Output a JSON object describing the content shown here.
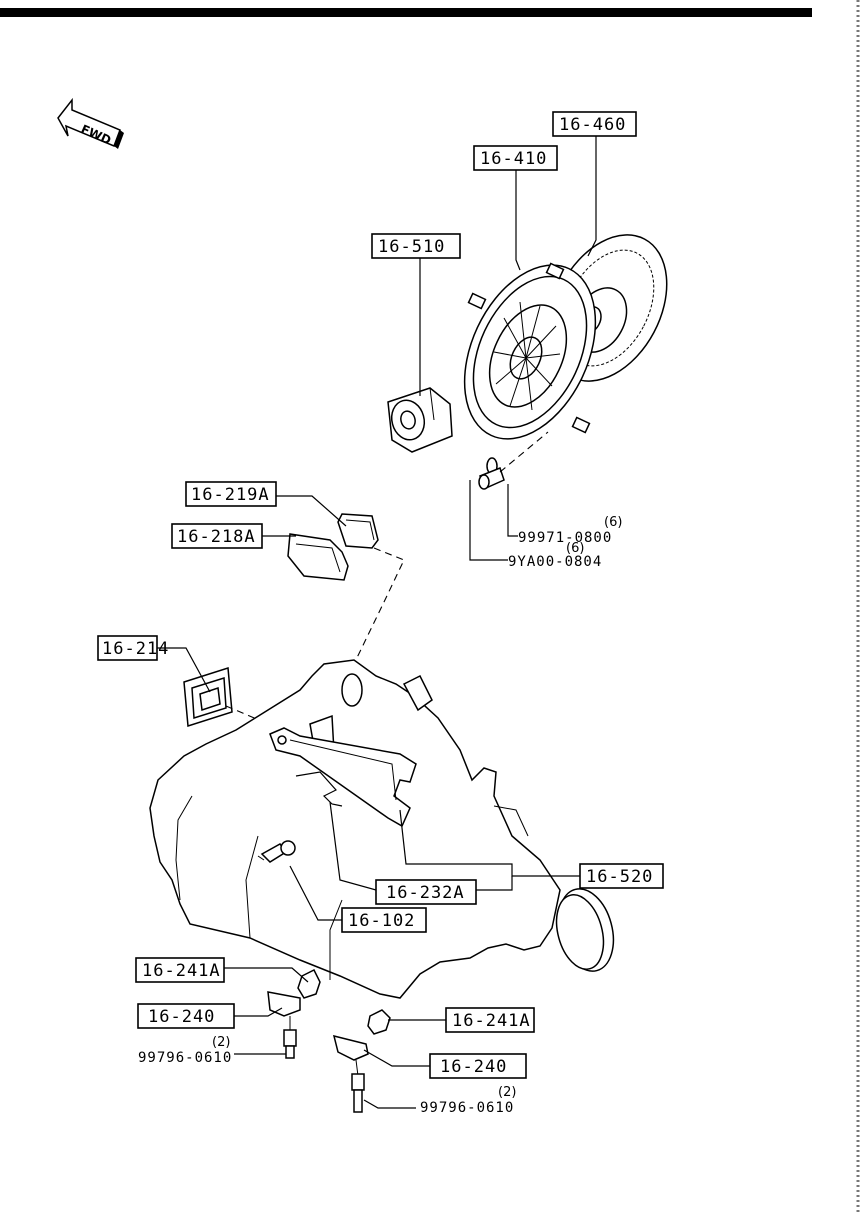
{
  "direction_marker": "FWD",
  "callouts": [
    {
      "id": "c-16-460",
      "code": "16-460"
    },
    {
      "id": "c-16-410",
      "code": "16-410"
    },
    {
      "id": "c-16-510",
      "code": "16-510"
    },
    {
      "id": "c-16-219a",
      "code": "16-219A"
    },
    {
      "id": "c-16-218a",
      "code": "16-218A"
    },
    {
      "id": "c-16-214",
      "code": "16-214"
    },
    {
      "id": "c-16-520",
      "code": "16-520"
    },
    {
      "id": "c-16-232a",
      "code": "16-232A"
    },
    {
      "id": "c-16-102",
      "code": "16-102"
    },
    {
      "id": "c-16-241a-left",
      "code": "16-241A"
    },
    {
      "id": "c-16-240-left",
      "code": "16-240"
    },
    {
      "id": "c-16-241a-right",
      "code": "16-241A"
    },
    {
      "id": "c-16-240-right",
      "code": "16-240"
    }
  ],
  "part_numbers": [
    {
      "id": "pn-99971",
      "number": "99971-0800",
      "qty": "(6)"
    },
    {
      "id": "pn-9ya00",
      "number": "9YA00-0804",
      "qty": "(6)"
    },
    {
      "id": "pn-99796-left",
      "number": "99796-0610",
      "qty": "(2)"
    },
    {
      "id": "pn-99796-right",
      "number": "99796-0610",
      "qty": "(2)"
    }
  ]
}
